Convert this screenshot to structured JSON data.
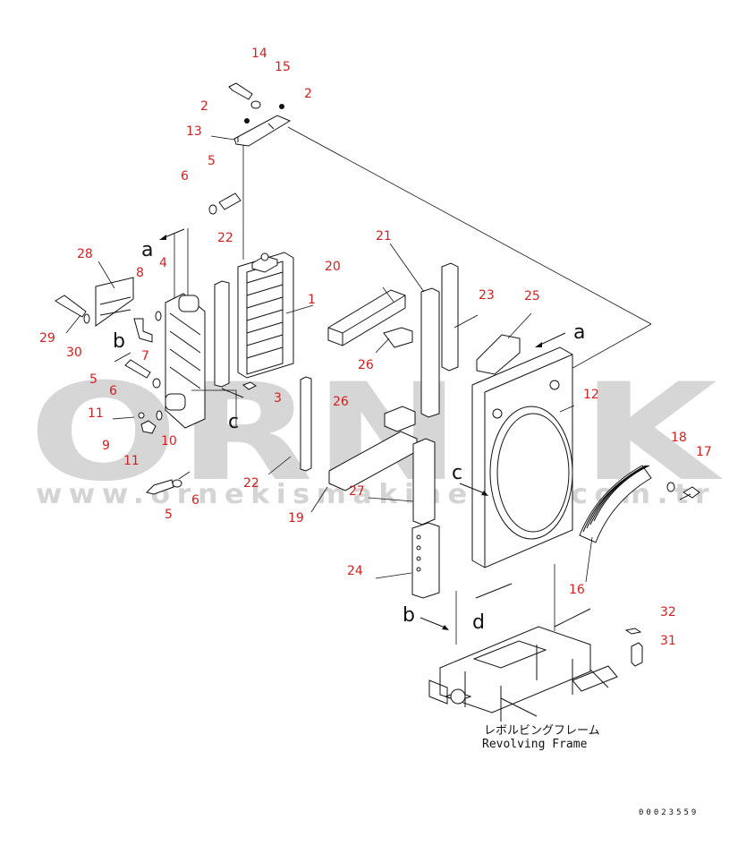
{
  "watermark": {
    "logo_text": "ORNEK",
    "url_text": "www.ornekismakinelari.com.tr",
    "logo_color": "#b5b5b5",
    "url_color": "#b8b8b8"
  },
  "callout_color": "#d42020",
  "callouts": [
    {
      "id": "c14",
      "text": "14"
    },
    {
      "id": "c15",
      "text": "15"
    },
    {
      "id": "c2a",
      "text": "2"
    },
    {
      "id": "c2b",
      "text": "2"
    },
    {
      "id": "c13",
      "text": "13"
    },
    {
      "id": "c5a",
      "text": "5"
    },
    {
      "id": "c6a",
      "text": "6"
    },
    {
      "id": "c22a",
      "text": "22"
    },
    {
      "id": "c28",
      "text": "28"
    },
    {
      "id": "c8",
      "text": "8"
    },
    {
      "id": "c4",
      "text": "4"
    },
    {
      "id": "c1",
      "text": "1"
    },
    {
      "id": "c29",
      "text": "29"
    },
    {
      "id": "c30",
      "text": "30"
    },
    {
      "id": "c7",
      "text": "7"
    },
    {
      "id": "c5b",
      "text": "5"
    },
    {
      "id": "c6b",
      "text": "6"
    },
    {
      "id": "c3",
      "text": "3"
    },
    {
      "id": "c11a",
      "text": "11"
    },
    {
      "id": "c10",
      "text": "10"
    },
    {
      "id": "c9",
      "text": "9"
    },
    {
      "id": "c11b",
      "text": "11"
    },
    {
      "id": "c22b",
      "text": "22"
    },
    {
      "id": "c6c",
      "text": "6"
    },
    {
      "id": "c5c",
      "text": "5"
    },
    {
      "id": "c21",
      "text": "21"
    },
    {
      "id": "c20",
      "text": "20"
    },
    {
      "id": "c23",
      "text": "23"
    },
    {
      "id": "c25",
      "text": "25"
    },
    {
      "id": "c26a",
      "text": "26"
    },
    {
      "id": "c26b",
      "text": "26"
    },
    {
      "id": "c27",
      "text": "27"
    },
    {
      "id": "c19",
      "text": "19"
    },
    {
      "id": "c24",
      "text": "24"
    },
    {
      "id": "c12",
      "text": "12"
    },
    {
      "id": "c18",
      "text": "18"
    },
    {
      "id": "c17",
      "text": "17"
    },
    {
      "id": "c16",
      "text": "16"
    },
    {
      "id": "c32",
      "text": "32"
    },
    {
      "id": "c31",
      "text": "31"
    }
  ],
  "view_letters": [
    {
      "id": "la1",
      "text": "a"
    },
    {
      "id": "la2",
      "text": "a"
    },
    {
      "id": "lb1",
      "text": "b"
    },
    {
      "id": "lb2",
      "text": "b"
    },
    {
      "id": "lc1",
      "text": "c"
    },
    {
      "id": "lc2",
      "text": "c"
    },
    {
      "id": "ld1",
      "text": "d"
    }
  ],
  "caption_jp": "レボルビングフレーム",
  "caption_en": "Revolving Frame",
  "doc_number": "00023559"
}
